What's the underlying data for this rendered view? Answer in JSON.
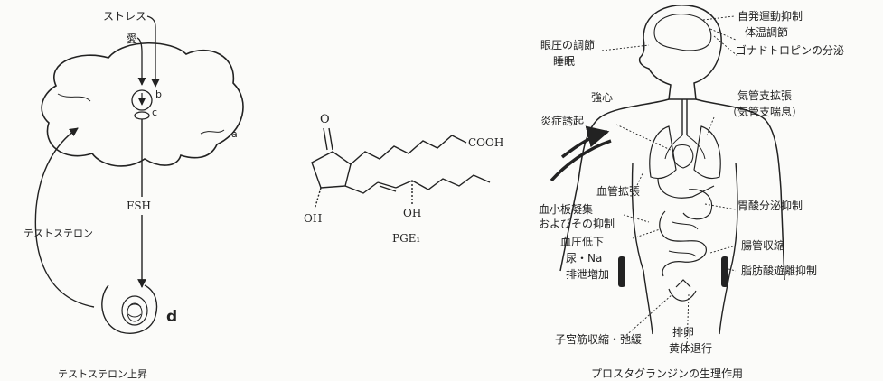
{
  "left_panel": {
    "stress": "ストレス",
    "love": "愛",
    "label_a": "a",
    "label_b": "b",
    "label_c": "c",
    "fsh": "FSH",
    "testosterone": "テストステロン",
    "label_d": "d",
    "caption": "テストステロン上昇"
  },
  "center_panel": {
    "carbonyl": "O",
    "cooh": "COOH",
    "oh_ring": "OH",
    "oh_chain": "OH",
    "caption": "PGE₁"
  },
  "right_panel": {
    "blood_pressure": "眼圧の調節",
    "sleep": "睡眠",
    "spontaneous": "自発運動抑制",
    "temperature": "体温調節",
    "gonadotropin": "ゴナドトロピンの分泌",
    "cardiac": "強心",
    "inflammation": "炎症誘起",
    "bronchodilation": "気管支拡張",
    "asthma": "（気管支喘息）",
    "vasodilation": "血管拡張",
    "gastric": "胃酸分泌抑制",
    "platelet_1": "血小板凝集",
    "platelet_2": "およびその抑制",
    "hypotension": "血圧低下",
    "urine": "尿・Na",
    "excretion": "排泄増加",
    "intestine": "腸管収縮",
    "lipolysis": "脂肪酸遊離抑制",
    "uterus": "子宮筋収縮・弛緩",
    "ovulation_1": "排卵",
    "ovulation_2": "黄体退行",
    "caption": "プロスタグランジンの生理作用"
  }
}
